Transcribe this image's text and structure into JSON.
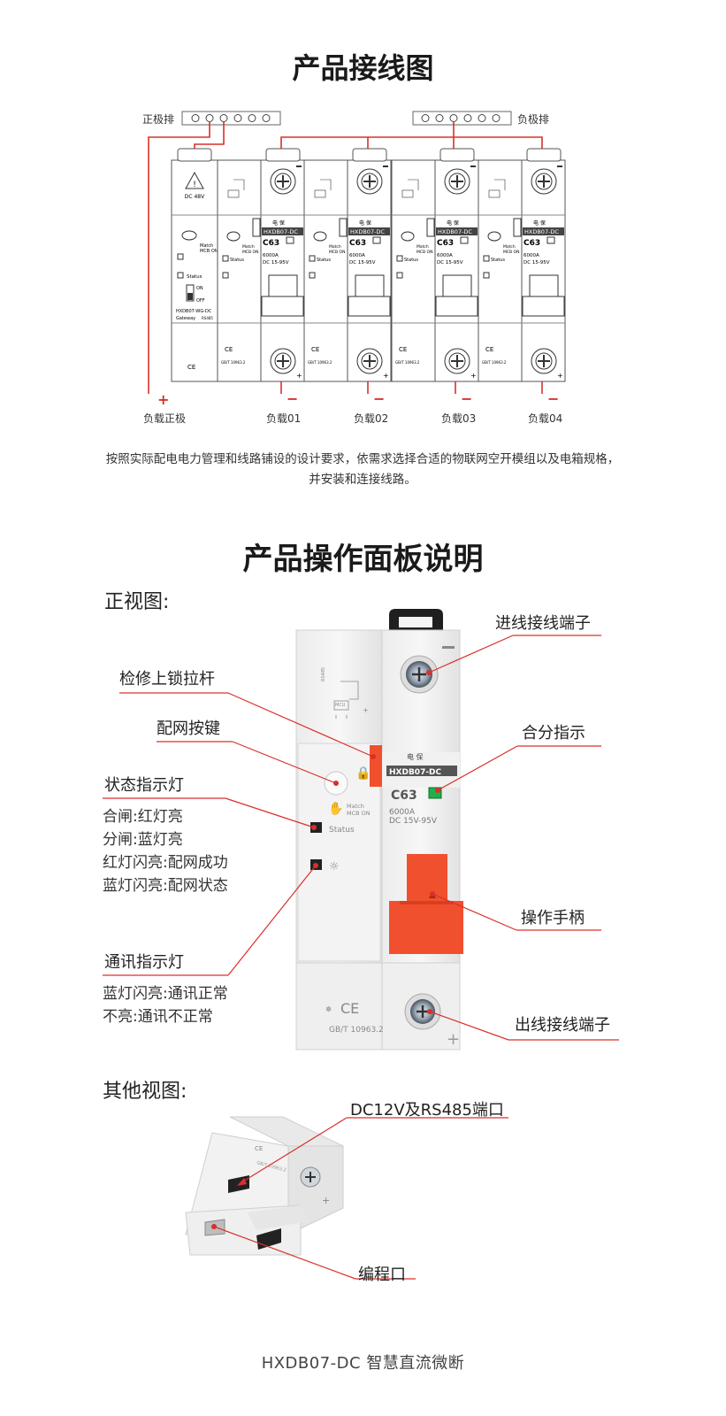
{
  "wiring": {
    "title": "产品接线图",
    "positive_bus": "正极排",
    "negative_bus": "负极排",
    "load_positive": "负载正极",
    "loads": [
      "负载01",
      "负载02",
      "负载03",
      "负载04"
    ],
    "plus_sign": "+",
    "minus_sign": "−",
    "gateway": {
      "warning": "DC 48V",
      "match": "Match",
      "mcb_on": "MCB ON",
      "status": "Status",
      "on": "ON",
      "off": "OFF",
      "model": "HXDB07-WG-DC",
      "gateway_label": "Gateway",
      "rs485": "RS485"
    },
    "breaker": {
      "brand": "电 保",
      "model": "HXDB07-DC",
      "rating": "C63",
      "capacity": "6000A",
      "voltage": "DC 15-95V",
      "match": "Match",
      "mcb_on": "MCB ON",
      "status": "Status",
      "standard": "GB/T 10963.2",
      "ce": "CE"
    },
    "description_line1": "按照实际配电电力管理和线路铺设的设计要求，依需求选择合适的物联网空开模组以及电箱规格，",
    "description_line2": "并安装和连接线路。"
  },
  "panel": {
    "title": "产品操作面板说明",
    "front_view": "正视图:",
    "other_view": "其他视图:",
    "labels": {
      "inlet_terminal": "进线接线端子",
      "lock_lever": "检修上锁拉杆",
      "pair_button": "配网按键",
      "on_off_indicator": "合分指示",
      "status_light": "状态指示灯",
      "handle": "操作手柄",
      "comm_light": "通讯指示灯",
      "outlet_terminal": "出线接线端子",
      "port": "DC12V及RS485端口",
      "program_port": "编程口"
    },
    "status_notes": [
      "合闸:红灯亮",
      "分闸:蓝灯亮",
      "红灯闪亮:配网成功",
      "蓝灯闪亮:配网状态"
    ],
    "comm_notes": [
      "蓝灯闪亮:通讯正常",
      "不亮:通讯不正常"
    ],
    "device": {
      "brand": "电 保",
      "model": "HXDB07-DC",
      "rating": "C63",
      "capacity": "6000A",
      "voltage": "DC 15V-95V",
      "match": "Match",
      "mcb_on": "MCB ON",
      "status": "Status",
      "standard": "GB/T 10963.2",
      "ce": "CE",
      "rs485": "RS485",
      "mcu": "MCU",
      "plus": "+",
      "minus": "−"
    },
    "iso_device": {
      "ce": "CE",
      "standard": "GB/T 10963.2",
      "plus": "+"
    }
  },
  "caption": "HXDB07-DC 智慧直流微断",
  "colors": {
    "accent_red": "#d9302c",
    "handle_orange": "#f0502e",
    "indicator_green": "#21b04b"
  }
}
